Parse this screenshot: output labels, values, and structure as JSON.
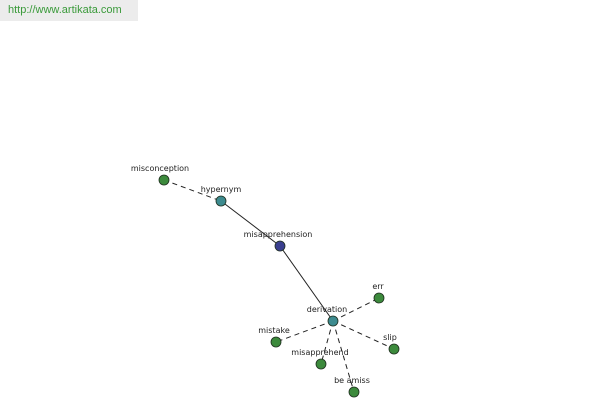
{
  "header": {
    "url_text": "http://www.artikata.com"
  },
  "colors": {
    "leaf_node": "#3c8a3c",
    "relation_node": "#3d8b8f",
    "center_node": "#3a3f8f",
    "node_stroke": "#1e2e1e",
    "edge": "#222222"
  },
  "graph": {
    "nodes": [
      {
        "id": "misconception",
        "label": "misconception",
        "kind": "leaf"
      },
      {
        "id": "hypernym",
        "label": "hypernym",
        "kind": "relation"
      },
      {
        "id": "misapprehension",
        "label": "misapprehension",
        "kind": "center"
      },
      {
        "id": "derivation",
        "label": "derivation",
        "kind": "relation"
      },
      {
        "id": "err",
        "label": "err",
        "kind": "leaf"
      },
      {
        "id": "mistake",
        "label": "mistake",
        "kind": "leaf"
      },
      {
        "id": "slip",
        "label": "slip",
        "kind": "leaf"
      },
      {
        "id": "misapprehend",
        "label": "misapprehend",
        "kind": "leaf"
      },
      {
        "id": "be_amiss",
        "label": "be amiss",
        "kind": "leaf"
      }
    ],
    "edges": [
      {
        "from": "misconception",
        "to": "hypernym",
        "style": "dashed"
      },
      {
        "from": "hypernym",
        "to": "misapprehension",
        "style": "solid"
      },
      {
        "from": "misapprehension",
        "to": "derivation",
        "style": "solid"
      },
      {
        "from": "derivation",
        "to": "err",
        "style": "dashed"
      },
      {
        "from": "derivation",
        "to": "mistake",
        "style": "dashed"
      },
      {
        "from": "derivation",
        "to": "slip",
        "style": "dashed"
      },
      {
        "from": "derivation",
        "to": "misapprehend",
        "style": "dashed"
      },
      {
        "from": "derivation",
        "to": "be_amiss",
        "style": "dashed"
      }
    ]
  }
}
